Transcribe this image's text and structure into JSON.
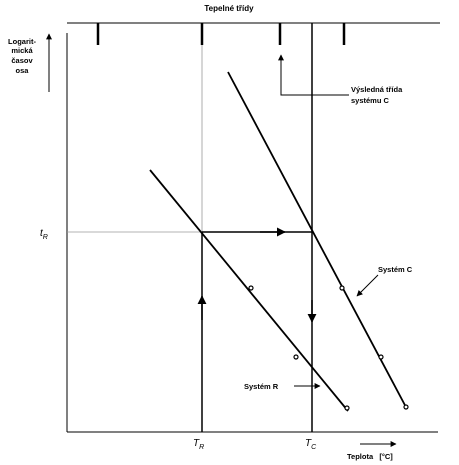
{
  "title": "Tepelné třídy",
  "y_axis_label": [
    "Logarit-",
    "mická",
    "časov",
    "osa"
  ],
  "t_r_label": {
    "main": "t",
    "sub": "R"
  },
  "T_r_label": {
    "main": "T",
    "sub": "R"
  },
  "T_c_label": {
    "main": "T",
    "sub": "C"
  },
  "x_axis_label": "Teplota   [°C]",
  "result_class_label": [
    "Výsledná třída",
    "systému C"
  ],
  "system_c_label": "Systém C",
  "system_r_label": "Systém R",
  "colors": {
    "line": "#000000",
    "guide": "#9a9a9a",
    "background": "#ffffff"
  }
}
